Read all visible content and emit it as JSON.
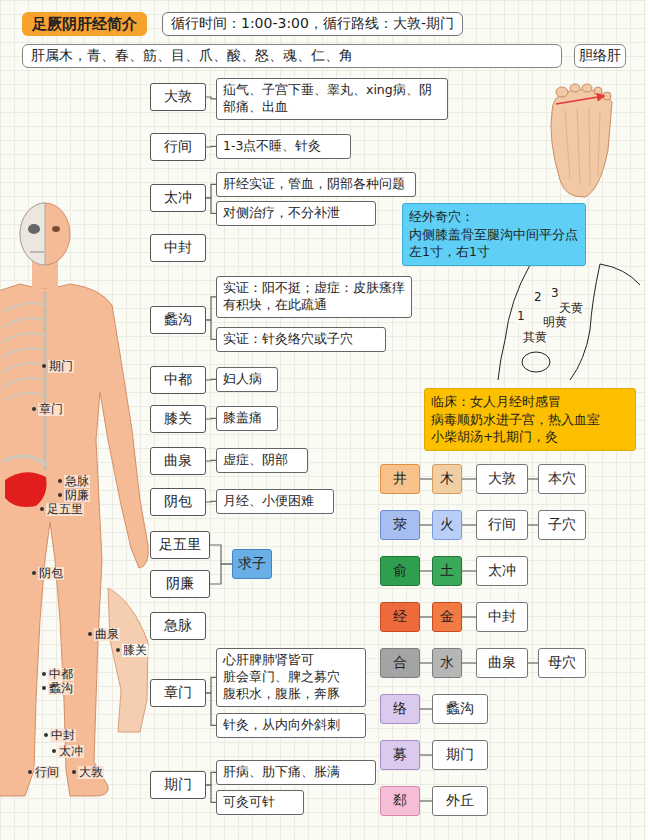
{
  "diagram": {
    "title": "足厥阴肝经简介",
    "nodes": [
      {
        "text": [
          "循行时间：1:00-3:00，循行路线：大敦-期门"
        ]
      },
      {
        "text": [
          "肝属木，青、春、筋、目、爪、酸、怒、魂、仁、角"
        ]
      },
      {
        "text": [
          "胆络肝"
        ]
      },
      {
        "text": [
          "大敦"
        ]
      },
      {
        "text": [
          "疝气、子宫下垂、睾丸、xing病、阴部痛、出血"
        ]
      },
      {
        "text": [
          "行间"
        ]
      },
      {
        "text": [
          "1-3点不睡、针灸"
        ]
      },
      {
        "text": [
          "太冲"
        ]
      },
      {
        "text": [
          "肝经实证，管血，阴部各种问题"
        ]
      },
      {
        "text": [
          "对侧治疗，不分补泄"
        ]
      },
      {
        "text": [
          "中封"
        ]
      },
      {
        "text": [
          "蠡沟"
        ]
      },
      {
        "text": [
          "实证：阳不挺；虚症：皮肤瘙痒有积块，在此疏通"
        ]
      },
      {
        "text": [
          "实证：针灸络穴或子穴"
        ]
      },
      {
        "text": [
          "中都"
        ]
      },
      {
        "text": [
          "妇人病"
        ]
      },
      {
        "text": [
          "膝关"
        ]
      },
      {
        "text": [
          "膝盖痛"
        ]
      },
      {
        "text": [
          "曲泉"
        ]
      },
      {
        "text": [
          "虚症、阴部"
        ]
      },
      {
        "text": [
          "阴包"
        ]
      },
      {
        "text": [
          "月经、小便困难"
        ]
      },
      {
        "text": [
          "足五里"
        ]
      },
      {
        "text": [
          "阴廉"
        ]
      },
      {
        "text": [
          "求子"
        ]
      },
      {
        "text": [
          "急脉"
        ]
      },
      {
        "text": [
          "章门"
        ]
      },
      {
        "text": [
          "心肝脾肺肾皆可 脏会章门、脾之募穴 腹积水，腹胀，奔豚"
        ]
      },
      {
        "text": [
          "针灸，从内向外斜刺"
        ]
      },
      {
        "text": [
          "期门"
        ]
      },
      {
        "text": [
          "肝病、肋下痛、胀满"
        ]
      },
      {
        "text": [
          "可灸可针"
        ]
      },
      {
        "text": [
          "经外奇穴：",
          "内侧膝盖骨至腿沟中间平分点 左1寸，右1寸"
        ]
      },
      {
        "text": [
          "临床：女人月经时感冒 病毒顺奶水进子宫，热入血室 小柴胡汤+扎期门，灸"
        ]
      },
      {
        "text": [
          "井"
        ]
      },
      {
        "text": [
          "木"
        ]
      },
      {
        "text": [
          "大敦"
        ]
      },
      {
        "text": [
          "本穴"
        ]
      },
      {
        "text": [
          "荥"
        ]
      },
      {
        "text": [
          "火"
        ]
      },
      {
        "text": [
          "行间"
        ]
      },
      {
        "text": [
          "子穴"
        ]
      },
      {
        "text": [
          "俞"
        ]
      },
      {
        "text": [
          "土"
        ]
      },
      {
        "text": [
          "太冲"
        ]
      },
      {
        "text": [
          "经"
        ]
      },
      {
        "text": [
          "金"
        ]
      },
      {
        "text": [
          "中封"
        ]
      },
      {
        "text": [
          "合"
        ]
      },
      {
        "text": [
          "水"
        ]
      },
      {
        "text": [
          "曲泉"
        ]
      },
      {
        "text": [
          "母穴"
        ]
      },
      {
        "text": [
          "络"
        ]
      },
      {
        "text": [
          "蠡沟"
        ]
      },
      {
        "text": [
          "募"
        ]
      },
      {
        "text": [
          "期门"
        ]
      },
      {
        "text": [
          "郄"
        ]
      },
      {
        "text": [
          "外丘"
        ]
      }
    ],
    "edges": [
      {
        "from": 3,
        "to": 4,
        "arrow": "none"
      },
      {
        "from": 5,
        "to": 6,
        "arrow": "none"
      },
      {
        "from": 7,
        "to": 8,
        "arrow": "none"
      },
      {
        "from": 7,
        "to": 9,
        "arrow": "none"
      },
      {
        "from": 11,
        "to": 12,
        "arrow": "none"
      },
      {
        "from": 11,
        "to": 13,
        "arrow": "none"
      },
      {
        "from": 14,
        "to": 15,
        "arrow": "none"
      },
      {
        "from": 16,
        "to": 17,
        "arrow": "none"
      },
      {
        "from": 18,
        "to": 19,
        "arrow": "none"
      },
      {
        "from": 20,
        "to": 21,
        "arrow": "none"
      },
      {
        "from": 22,
        "to": 24,
        "arrow": "none"
      },
      {
        "from": 23,
        "to": 24,
        "arrow": "none"
      },
      {
        "from": 26,
        "to": 27,
        "arrow": "none"
      },
      {
        "from": 26,
        "to": 28,
        "arrow": "none"
      },
      {
        "from": 29,
        "to": 30,
        "arrow": "none"
      },
      {
        "from": 29,
        "to": 31,
        "arrow": "none"
      },
      {
        "from": 34,
        "to": 35,
        "arrow": "none"
      },
      {
        "from": 35,
        "to": 36,
        "arrow": "none"
      },
      {
        "from": 36,
        "to": 37,
        "arrow": "none"
      },
      {
        "from": 38,
        "to": 39,
        "arrow": "none"
      },
      {
        "from": 39,
        "to": 40,
        "arrow": "none"
      },
      {
        "from": 40,
        "to": 41,
        "arrow": "none"
      },
      {
        "from": 42,
        "to": 43,
        "arrow": "none"
      },
      {
        "from": 43,
        "to": 44,
        "arrow": "none"
      },
      {
        "from": 45,
        "to": 46,
        "arrow": "none"
      },
      {
        "from": 46,
        "to": 47,
        "arrow": "none"
      },
      {
        "from": 48,
        "to": 49,
        "arrow": "none"
      },
      {
        "from": 49,
        "to": 50,
        "arrow": "none"
      },
      {
        "from": 50,
        "to": 51,
        "arrow": "none"
      },
      {
        "from": 52,
        "to": 53,
        "arrow": "none"
      },
      {
        "from": 54,
        "to": 55,
        "arrow": "none"
      },
      {
        "from": 56,
        "to": 57,
        "arrow": "none"
      }
    ],
    "labels": [
      "期门",
      "章门",
      "急脉",
      "阴廉",
      "足五里",
      "阴包",
      "曲泉",
      "膝关",
      "中都",
      "蠡沟",
      "中封",
      "太冲",
      "行间",
      "大敦",
      "1",
      "2",
      "3",
      "天黄",
      "明黄",
      "其黄"
    ]
  }
}
